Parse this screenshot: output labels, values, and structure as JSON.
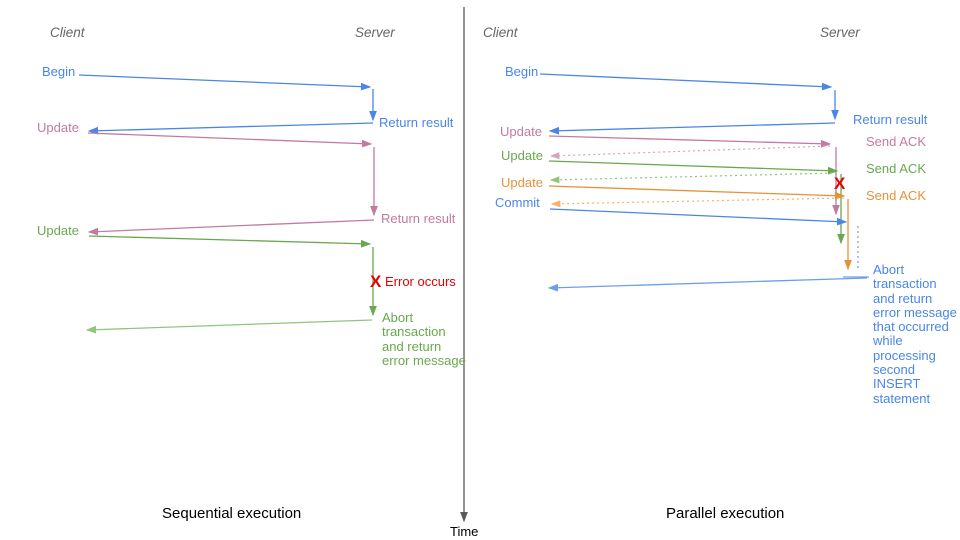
{
  "colors": {
    "blue": "#4a86e8",
    "light_blue": "#6d9eeb",
    "pink": "#c27ba0",
    "light_pink": "#d5a6bd",
    "green": "#6aa84f",
    "light_green": "#93c47d",
    "orange": "#e69138",
    "light_orange": "#f6b26b",
    "red": "#e60000",
    "axis_gray": "#595959",
    "header_gray": "#666666"
  },
  "time_axis": {
    "label": "Time"
  },
  "left": {
    "title": "Sequential execution",
    "client_header": "Client",
    "server_header": "Server",
    "messages": {
      "begin": "Begin",
      "return_result_1": "Return result",
      "update_1": "Update",
      "return_result_2": "Return result",
      "update_2": "Update",
      "error_marker": "X",
      "error_label": "Error occurs",
      "abort_note": "Abort\ntransaction\nand return\nerror message"
    }
  },
  "right": {
    "title": "Parallel execution",
    "client_header": "Client",
    "server_header": "Server",
    "messages": {
      "begin": "Begin",
      "return_result": "Return result",
      "update_1": "Update",
      "send_ack_1": "Send ACK",
      "update_2": "Update",
      "send_ack_2": "Send ACK",
      "update_3": "Update",
      "send_ack_3": "Send ACK",
      "commit": "Commit",
      "error_marker": "X",
      "abort_note": "Abort\ntransaction\nand return\nerror message\nthat occurred\nwhile\nprocessing\nsecond\nINSERT\nstatement"
    }
  }
}
